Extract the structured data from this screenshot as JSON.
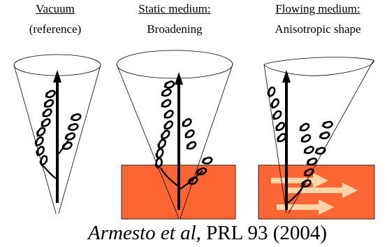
{
  "panels": [
    {
      "id": "vacuum",
      "title": "Vacuum",
      "subtitle": "(reference)"
    },
    {
      "id": "static",
      "title": "Static medium:",
      "subtitle": "Broadening"
    },
    {
      "id": "flowing",
      "title": "Flowing medium:",
      "subtitle": "Anisotropic shape"
    }
  ],
  "citation": {
    "authors": "Armesto et al,",
    "reference": "PRL 93 (2004)"
  },
  "colors": {
    "medium": "#FF6633",
    "flow_arrow": "#FFD5A8",
    "ink": "#000000"
  },
  "icons": [
    "jet-arrow-icon",
    "gluon-curl-icon",
    "flow-arrow-icon",
    "cone-icon"
  ]
}
